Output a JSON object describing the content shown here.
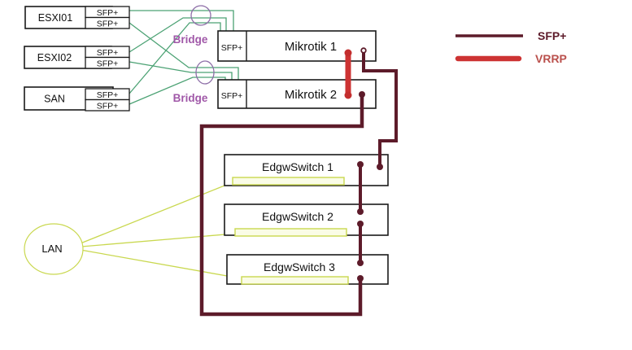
{
  "hosts": [
    {
      "label": "ESXI01",
      "ports": [
        "SFP+",
        "SFP+"
      ]
    },
    {
      "label": "ESXI02",
      "ports": [
        "SFP+",
        "SFP+"
      ]
    },
    {
      "label": "SAN",
      "ports": [
        "SFP+",
        "SFP+"
      ]
    }
  ],
  "bridges": [
    {
      "label": "Bridge"
    },
    {
      "label": "Bridge"
    }
  ],
  "routers": [
    {
      "label": "Mikrotik 1",
      "port": "SFP+"
    },
    {
      "label": "Mikrotik 2",
      "port": "SFP+"
    }
  ],
  "switches": [
    {
      "label": "EdgwSwitch 1"
    },
    {
      "label": "EdgwSwitch 2"
    },
    {
      "label": "EdgwSwitch 3"
    }
  ],
  "lan": {
    "label": "LAN"
  },
  "legend": [
    {
      "label": "SFP+",
      "type": "sfp-dark-red-line"
    },
    {
      "label": "VRRP",
      "type": "vrrp-bright-red-thick-line"
    }
  ],
  "colors": {
    "sfp_link": "#5D1B2A",
    "vrrp_link": "#CD3333",
    "fiber_link_green": "#4CA274",
    "lan_link_yellowgreen": "#C9D84F",
    "bridge_purple": "#A058A8",
    "box_border": "#1a1a1a"
  }
}
